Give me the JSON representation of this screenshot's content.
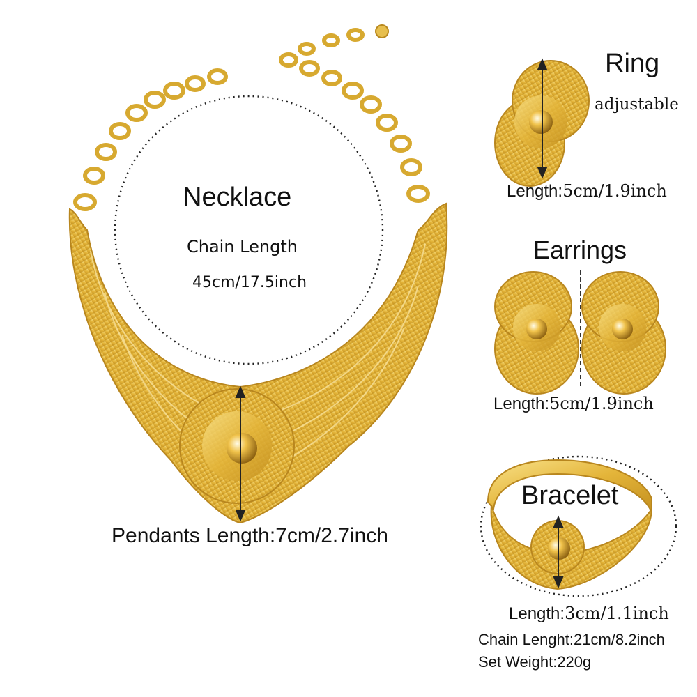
{
  "necklace": {
    "title": "Necklace",
    "chain_label": "Chain Length",
    "chain_value": "45cm/17.5inch",
    "pendant_length": "Pendants Length:7cm/2.7inch"
  },
  "ring": {
    "title": "Ring",
    "subtitle": "adjustable",
    "length_key": "Length:",
    "length_value": "5cm/1.9inch"
  },
  "earrings": {
    "title": "Earrings",
    "length_key": "Length:",
    "length_value": "5cm/1.9inch"
  },
  "bracelet": {
    "title": "Bracelet",
    "length_key": "Length:",
    "length_value": "3cm/1.1inch",
    "chain_length": "Chain Lenght:21cm/8.2inch",
    "set_weight": "Set Weight:220g"
  },
  "colors": {
    "gold_light": "#f7dd7a",
    "gold_mid": "#e2b63c",
    "gold_dark": "#b8861e",
    "text": "#111111"
  }
}
